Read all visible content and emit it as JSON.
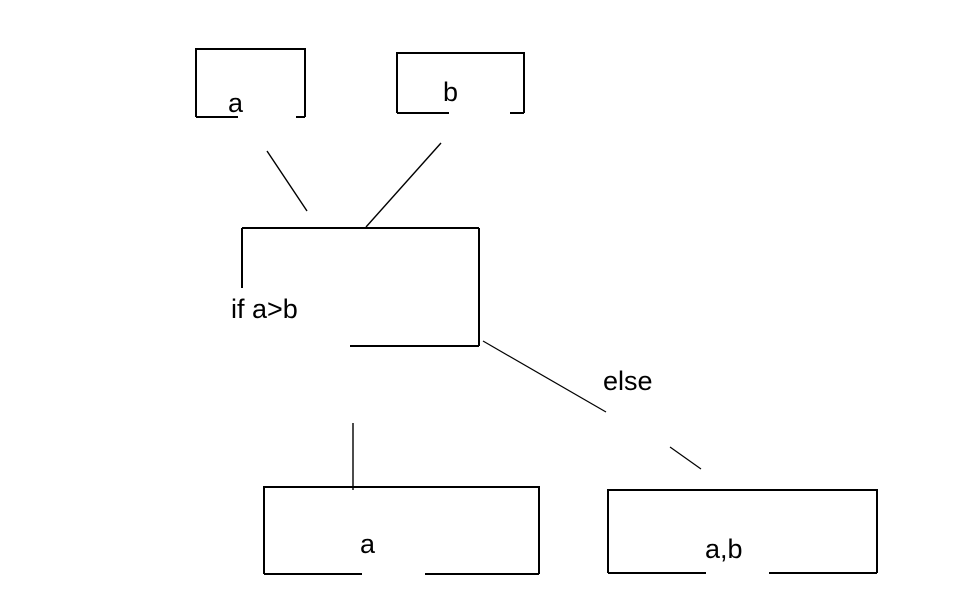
{
  "diagram": {
    "title": "if-else conditional flow diagram",
    "background_color": "#ffffff",
    "stroke_color": "#000000",
    "nodes": [
      {
        "id": "input-a",
        "label": "a",
        "role": "input-variable"
      },
      {
        "id": "input-b",
        "label": "b",
        "role": "input-variable"
      },
      {
        "id": "condition",
        "label": "if a>b",
        "role": "condition"
      },
      {
        "id": "output-a",
        "label": "a",
        "role": "output-result"
      },
      {
        "id": "output-ab",
        "label": "a,b",
        "role": "output-result"
      }
    ],
    "edges": [
      {
        "id": "edge-a-to-condition",
        "label": "",
        "from": "input-a",
        "to": "condition"
      },
      {
        "id": "edge-b-to-condition",
        "label": "",
        "from": "input-b",
        "to": "condition"
      },
      {
        "id": "edge-condition-true",
        "label": "",
        "from": "condition",
        "to": "output-a"
      },
      {
        "id": "edge-condition-else",
        "label": "else",
        "from": "condition",
        "to": "output-ab"
      }
    ],
    "labels": {
      "input_a": "a",
      "input_b": "b",
      "condition": "if a>b",
      "else": "else",
      "output_a": "a",
      "output_ab": "a,b"
    }
  }
}
